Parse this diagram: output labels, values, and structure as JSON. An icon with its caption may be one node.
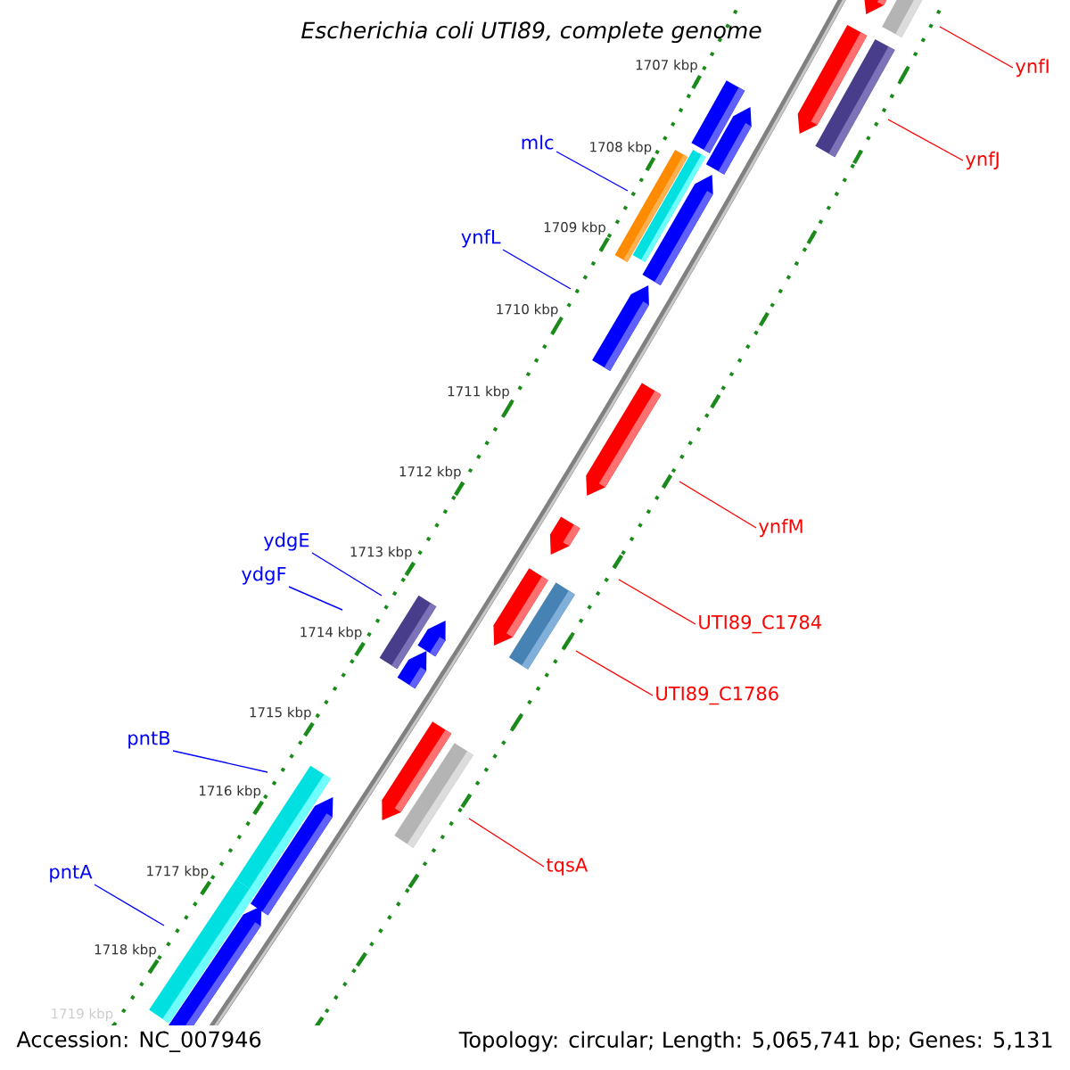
{
  "diagram": {
    "title": "Escherichia coli UTI89, complete genome",
    "nodes": [
      {
        "text": [
          "mlc"
        ]
      },
      {
        "text": [
          "ynfL"
        ]
      },
      {
        "text": [
          "ydgE"
        ]
      },
      {
        "text": [
          "ydgF"
        ]
      },
      {
        "text": [
          "pntB"
        ]
      },
      {
        "text": [
          "pntA"
        ]
      },
      {
        "text": [
          "ynfI"
        ]
      },
      {
        "text": [
          "ynfJ"
        ]
      },
      {
        "text": [
          "ynfM"
        ]
      },
      {
        "text": [
          "UTI89_C1784"
        ]
      },
      {
        "text": [
          "UTI89_C1786"
        ]
      },
      {
        "text": [
          "tqsA"
        ]
      }
    ],
    "edges": [
      {
        "from": 0,
        "to": null,
        "arrow": "none",
        "color": "#0000ff"
      },
      {
        "from": 1,
        "to": null,
        "arrow": "none",
        "color": "#0000ff"
      },
      {
        "from": 2,
        "to": null,
        "arrow": "none",
        "color": "#0000ff"
      },
      {
        "from": 3,
        "to": null,
        "arrow": "none",
        "color": "#0000ff"
      },
      {
        "from": 4,
        "to": null,
        "arrow": "none",
        "color": "#0000ff"
      },
      {
        "from": 5,
        "to": null,
        "arrow": "none",
        "color": "#0000ff"
      },
      {
        "from": 6,
        "to": null,
        "arrow": "none",
        "color": "#ff0000"
      },
      {
        "from": 7,
        "to": null,
        "arrow": "none",
        "color": "#ff0000"
      },
      {
        "from": 8,
        "to": null,
        "arrow": "none",
        "color": "#ff0000"
      },
      {
        "from": 9,
        "to": null,
        "arrow": "none",
        "color": "#ff0000"
      },
      {
        "from": 10,
        "to": null,
        "arrow": "none",
        "color": "#ff0000"
      },
      {
        "from": 11,
        "to": null,
        "arrow": "none",
        "color": "#ff0000"
      }
    ],
    "labels": [
      "1707 kbp",
      "1708 kbp",
      "1709 kbp",
      "1710 kbp",
      "1711 kbp",
      "1712 kbp",
      "1713 kbp",
      "1714 kbp",
      "1715 kbp",
      "1716 kbp",
      "1717 kbp",
      "1718 kbp",
      "1719 kbp",
      "Accession: NC_007946",
      "Topology: circular; Length: 5,065,741 bp; Genes: 5,131"
    ]
  }
}
